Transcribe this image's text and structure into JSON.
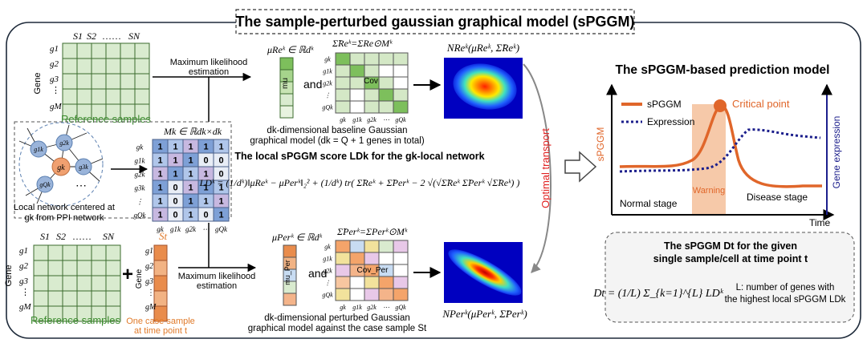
{
  "title": "The sample-perturbed gaussian graphical model (sPGGM)",
  "ref_top": {
    "sample_headers": [
      "S1",
      "S2",
      "……",
      "SN"
    ],
    "gene_labels": [
      "g1",
      "g2",
      "g3",
      "⋮",
      "gM"
    ],
    "axis_label": "Gene",
    "caption": "Reference samples",
    "mle_label_1": "Maximum likelihood",
    "mle_label_2": "estimation"
  },
  "ref_bottom": {
    "sample_headers": [
      "S1",
      "S2",
      "……",
      "SN"
    ],
    "gene_labels": [
      "g1",
      "g2",
      "g3",
      "⋮",
      "gM"
    ],
    "axis_label": "Gene",
    "caption": "Reference samples",
    "plus": "+",
    "case_header": "St",
    "case_gene_labels": [
      "g1",
      "g2",
      "g3",
      "⋮",
      "gM"
    ],
    "case_axis_label": "Gene",
    "case_caption_1": "One case sample",
    "case_caption_2": "at time point t",
    "mle_label_1": "Maximum likelihood",
    "mle_label_2": "estimation"
  },
  "network": {
    "nodes": [
      "g1k",
      "g2k",
      "gk",
      "g3k",
      "gQk"
    ],
    "dots": "⋯",
    "caption_1": "Local network centered at",
    "caption_2": "gk from PPI network"
  },
  "mask_matrix": {
    "title": "Mk ∈ ℝdk×dk",
    "row_labels": [
      "gk",
      "g1k",
      "g2k",
      "g3k",
      "⋮",
      "gQk"
    ],
    "col_labels": [
      "gk",
      "g1k",
      "g2k",
      "⋯",
      "gQk"
    ],
    "cells": [
      [
        "1",
        "1",
        "1",
        "1",
        "1"
      ],
      [
        "1",
        "1",
        "1",
        "0",
        "0"
      ],
      [
        "1",
        "1",
        "1",
        "1",
        "0"
      ],
      [
        "1",
        "0",
        "1",
        "1",
        "1"
      ],
      [
        "1",
        "0",
        "1",
        "1",
        "1"
      ],
      [
        "1",
        "0",
        "1",
        "0",
        "1"
      ]
    ]
  },
  "baseline": {
    "mu_label": "μReᵏ ∈ ℝdᵏ",
    "mu_text": "mu",
    "and": "and",
    "sigma_label": "Σ̃Reᵏ=ΣRe⊙Mᵏ",
    "cov_text": "Cov",
    "row_labels": [
      "gk",
      "g1k",
      "g2k",
      "⋮",
      "gQk"
    ],
    "col_labels": [
      "gk",
      "g1k",
      "g2k",
      "⋯",
      "gQk"
    ],
    "caption_1": "dk-dimensional baseline Gaussian",
    "caption_2": "graphical model  (dk = Q + 1 genes in total)",
    "dist_label": "NReᵏ(μReᵏ, Σ̃Reᵏ)"
  },
  "perturbed": {
    "mu_label": "μPerᵏ ∈ ℝdᵏ",
    "mu_text": "mu_Per",
    "and": "and",
    "sigma_label": "Σ̃Perᵏ=ΣPerᵏ⊙Mᵏ",
    "cov_text": "Cov_Per",
    "row_labels": [
      "gk",
      "g1k",
      "g2k",
      "⋮",
      "gQk"
    ],
    "col_labels": [
      "gk",
      "g1k",
      "g2k",
      "⋯",
      "gQk"
    ],
    "caption_1": "dk-dimensional perturbed Gaussian",
    "caption_2": "graphical model against the case sample St",
    "dist_label": "NPerᵏ(μPerᵏ, Σ̃Perᵏ)"
  },
  "score": {
    "heading": "The local sPGGM score LDk for the gk-local network",
    "formula": "LDᵏ = (1/dᵏ)‖μReᵏ − μPerᵏ‖₂² + (1/dᵏ) tr( Σ̃Reᵏ + Σ̃Perᵏ − 2 √(√Σ̃Reᵏ Σ̃Perᵏ √Σ̃Reᵏ) )"
  },
  "optimal_transport": "Optimal transport",
  "prediction": {
    "title": "The sPGGM-based prediction model",
    "legend_sppgm": "sPGGM",
    "legend_expression": "Expression",
    "critical_point": "Critical point",
    "left_axis": "sPGGM",
    "right_axis": "Gene expression",
    "warning": "Warning",
    "normal_stage": "Normal stage",
    "disease_stage": "Disease stage",
    "time": "Time",
    "colors": {
      "sppgm": "#e0662a",
      "expression": "#1c1f8c",
      "warning": "#f6c9a9"
    }
  },
  "dt_box": {
    "title_1": "The sPGGM Dt for the given",
    "title_2": "single sample/cell at time point t",
    "formula": "Dt = (1/L) Σ_{k=1}^{L} LDᵏ",
    "note_1": "L: number of genes with",
    "note_2": "the highest local sPGGM LDk"
  }
}
